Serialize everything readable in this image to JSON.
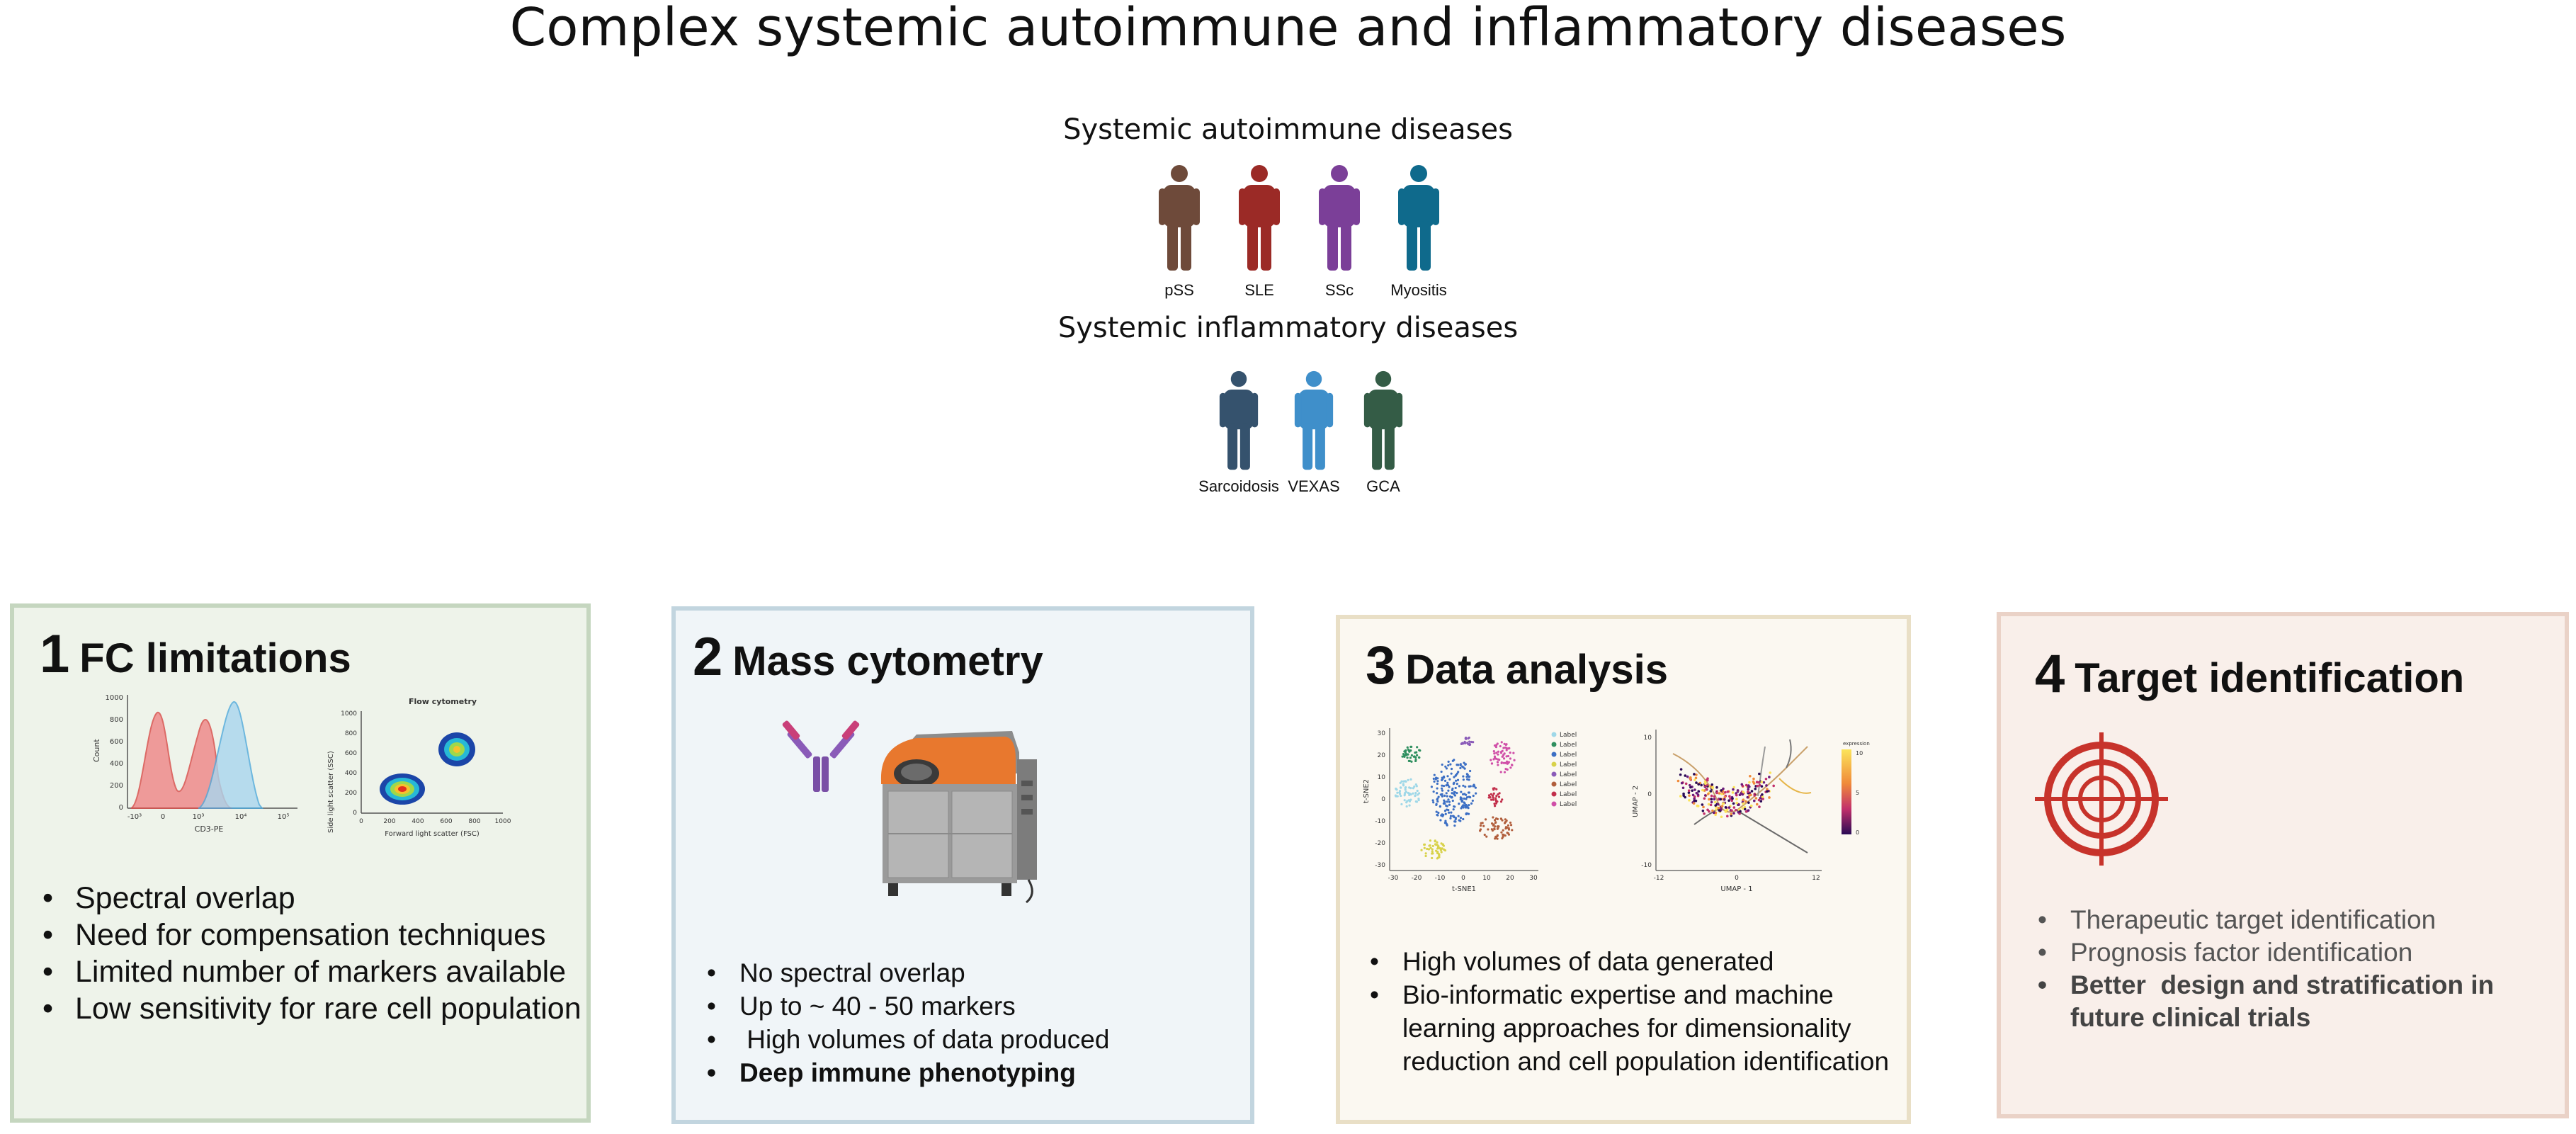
{
  "title": "Complex systemic autoimmune and inflammatory diseases",
  "autoimmune": {
    "heading": "Systemic autoimmune diseases",
    "diseases": [
      {
        "label": "pSS",
        "color": "#6e4a3a"
      },
      {
        "label": "SLE",
        "color": "#9b2a26"
      },
      {
        "label": "SSc",
        "color": "#7b3f98"
      },
      {
        "label": "Myositis",
        "color": "#0f6a8c"
      }
    ]
  },
  "inflammatory": {
    "heading": "Systemic inflammatory diseases",
    "diseases": [
      {
        "label": "Sarcoidosis",
        "color": "#35526d"
      },
      {
        "label": "VEXAS",
        "color": "#3f8fca"
      },
      {
        "label": "GCA",
        "color": "#345c46"
      }
    ]
  },
  "panels": [
    {
      "number": "1",
      "title": "FC limitations",
      "bg": "#eef3ea",
      "border": "#c5d6bf",
      "bullets": [
        "Spectral overlap",
        "Need for compensation techniques",
        "Limited number of markers available",
        "Low sensitivity for rare cell population"
      ],
      "histogram": {
        "ylabel": "Count",
        "xlabel": "CD3-PE",
        "yticks": [
          "1000",
          "800",
          "600",
          "400",
          "200",
          "0"
        ],
        "xticks": [
          "-10³",
          "0",
          "10³",
          "10⁴",
          "10⁵"
        ]
      },
      "scatter": {
        "title": "Flow cytometry",
        "ylabel": "Side light scatter (SSC)",
        "xlabel": "Forward light scatter (FSC)",
        "yticks": [
          "1000",
          "800",
          "600",
          "400",
          "200",
          "0"
        ],
        "xticks": [
          "0",
          "200",
          "400",
          "600",
          "800",
          "1000"
        ]
      }
    },
    {
      "number": "2",
      "title": "Mass cytometry",
      "bg": "#f0f5f8",
      "border": "#c2d5df",
      "bullets": [
        "No spectral overlap",
        "Up to ~ 40 - 50 markers",
        " High volumes of data produced",
        "Deep immune phenotyping"
      ]
    },
    {
      "number": "3",
      "title": "Data analysis",
      "bg": "#fbf8f1",
      "border": "#e9dfc6",
      "bullets": [
        "High volumes of data generated",
        "Bio-informatic expertise and machine learning approaches for dimensionality reduction and cell population identification"
      ],
      "tsne": {
        "xlabel": "t-SNE1",
        "ylabel": "t-SNE2",
        "xticks": [
          "-30",
          "-20",
          "-10",
          "0",
          "10",
          "20",
          "30"
        ],
        "yticks": [
          "30",
          "20",
          "10",
          "0",
          "-10",
          "-20",
          "-30"
        ],
        "legend": [
          "Label",
          "Label",
          "Label",
          "Label",
          "Label",
          "Label",
          "Label",
          "Label"
        ],
        "legend_colors": [
          "#9fd8e8",
          "#2f8f5f",
          "#3c6fc4",
          "#d8d24a",
          "#8a5bb8",
          "#b15e3c",
          "#c22f4b",
          "#d04fa8"
        ]
      },
      "umap": {
        "xlabel": "UMAP - 1",
        "ylabel": "UMAP - 2",
        "xticks": [
          "-12",
          "0",
          "12"
        ],
        "yticks": [
          "10",
          "0",
          "-10"
        ],
        "colorbar_title": "expression",
        "colorbar_ticks": [
          "10",
          "5",
          "0"
        ]
      }
    },
    {
      "number": "4",
      "title": "Target identification",
      "bg": "#f9efea",
      "border": "#ead2c7",
      "bullets": [
        "Therapeutic target identification",
        "Prognosis factor identification",
        "Better  design and stratification in future clinical trials"
      ]
    }
  ]
}
